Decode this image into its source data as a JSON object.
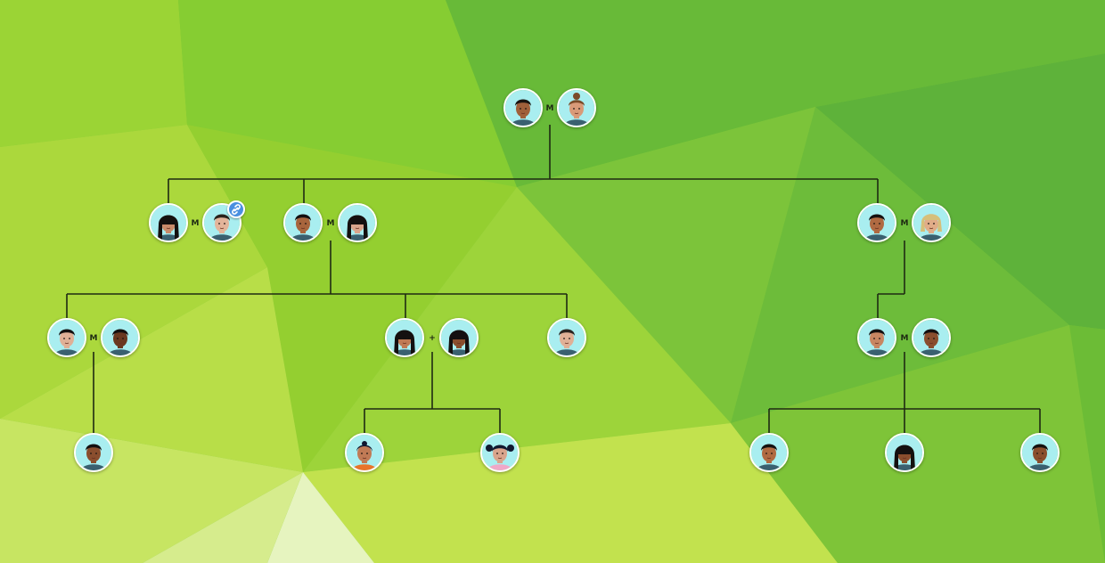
{
  "colors": {
    "background_base": "#7ec83a",
    "connector_line": "#1e2a12",
    "portrait_bg": "#a9eef0",
    "portrait_border": "#ffffff",
    "badge": "#4a8fe0"
  },
  "relationship_symbols": {
    "married": "M",
    "partnered": "+"
  },
  "generations": [
    {
      "level": 1,
      "couples": [
        {
          "relation": "married",
          "members": [
            {
              "id": "g1-husband",
              "skin": "#a0603a",
              "hair": "#1a1410",
              "hair_style": "short"
            },
            {
              "id": "g1-wife",
              "skin": "#d99a78",
              "hair": "#7a4a28",
              "hair_style": "bun"
            }
          ]
        }
      ]
    },
    {
      "level": 2,
      "couples": [
        {
          "relation": "married",
          "members": [
            {
              "id": "g2-a-wife",
              "skin": "#c98a6a",
              "hair": "#141010",
              "hair_style": "long"
            },
            {
              "id": "g2-a-husband",
              "skin": "#e3b49a",
              "hair": "#2a221c",
              "hair_style": "short",
              "badge": "link-icon"
            }
          ]
        },
        {
          "relation": "married",
          "members": [
            {
              "id": "g2-b-husband",
              "skin": "#a8653d",
              "hair": "#141010",
              "hair_style": "short"
            },
            {
              "id": "g2-b-wife",
              "skin": "#d9a48c",
              "hair": "#141010",
              "hair_style": "long"
            }
          ]
        },
        {
          "relation": "married",
          "members": [
            {
              "id": "g2-c-husband",
              "skin": "#b06a42",
              "hair": "#141010",
              "hair_style": "short"
            },
            {
              "id": "g2-c-wife",
              "skin": "#e0ac88",
              "hair": "#d6bf7a",
              "hair_style": "bob"
            }
          ]
        }
      ]
    },
    {
      "level": 3,
      "couples": [
        {
          "relation": "married",
          "members": [
            {
              "id": "g3-a-husband",
              "skin": "#e0b096",
              "hair": "#141010",
              "hair_style": "short"
            },
            {
              "id": "g3-a-wife",
              "skin": "#6a3820",
              "hair": "#141010",
              "hair_style": "short"
            }
          ]
        },
        {
          "relation": "partnered",
          "members": [
            {
              "id": "g3-b-man",
              "skin": "#c07a55",
              "hair": "#141010",
              "hair_style": "long"
            },
            {
              "id": "g3-b-woman",
              "skin": "#8a4e2e",
              "hair": "#141010",
              "hair_style": "long"
            }
          ]
        },
        {
          "relation": "single",
          "members": [
            {
              "id": "g3-c-man",
              "skin": "#e0b096",
              "hair": "#2a2420",
              "hair_style": "short"
            }
          ]
        },
        {
          "relation": "married",
          "members": [
            {
              "id": "g3-d-husband",
              "skin": "#c88662",
              "hair": "#141010",
              "hair_style": "short"
            },
            {
              "id": "g3-d-wife",
              "skin": "#8a4e2e",
              "hair": "#141010",
              "hair_style": "short"
            }
          ]
        }
      ]
    },
    {
      "level": 4,
      "children": [
        {
          "id": "g4-a-child",
          "skin": "#8a4e2e",
          "hair": "#141010",
          "hair_style": "short"
        },
        {
          "id": "g4-b-toddler",
          "skin": "#c07a55",
          "hair": "#101830",
          "hair_style": "toddler",
          "shirt": "#e8742a"
        },
        {
          "id": "g4-c-toddler",
          "skin": "#d9a48c",
          "hair": "#101830",
          "hair_style": "pigtails",
          "shirt": "#f0a8c8"
        },
        {
          "id": "g4-d-child",
          "skin": "#b06a42",
          "hair": "#141010",
          "hair_style": "short"
        },
        {
          "id": "g4-e-child",
          "skin": "#8a4e2e",
          "hair": "#141010",
          "hair_style": "long"
        },
        {
          "id": "g4-f-child",
          "skin": "#8a4e2e",
          "hair": "#141010",
          "hair_style": "short"
        }
      ]
    }
  ]
}
